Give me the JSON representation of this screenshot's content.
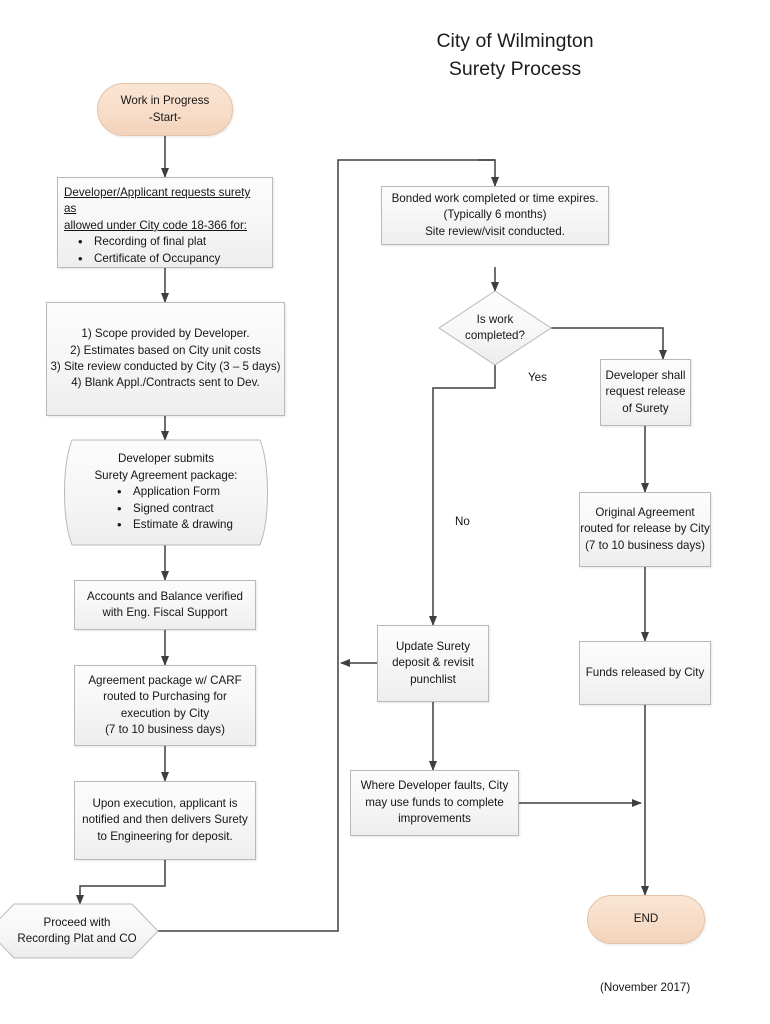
{
  "title": {
    "line1": "City of Wilmington",
    "line2": "Surety Process"
  },
  "footer": {
    "date": "(November 2017)"
  },
  "nodes": {
    "start": {
      "line1": "Work in Progress",
      "line2": "-Start-"
    },
    "request_surety": {
      "head1": "Developer/Applicant requests surety as",
      "head2": "allowed under City code 18-366 for:",
      "bullets": [
        "Recording of final plat",
        "Certificate of Occupancy"
      ]
    },
    "scope_estimates": {
      "l1": "1) Scope provided by Developer.",
      "l2": "2) Estimates based on City unit costs",
      "l3": "3) Site review conducted by City (3 – 5 days)",
      "l4": "4) Blank Appl./Contracts sent to Dev."
    },
    "developer_submits": {
      "l1": "Developer submits",
      "l2": "Surety Agreement package:",
      "bullets": [
        "Application Form",
        "Signed contract",
        "Estimate & drawing"
      ]
    },
    "accounts_verified": {
      "l1": "Accounts and Balance verified",
      "l2": "with Eng. Fiscal Support"
    },
    "agreement_routed": {
      "l1": "Agreement package w/ CARF",
      "l2": "routed to Purchasing for",
      "l3": "execution by City",
      "l4": "(7 to 10 business days)"
    },
    "upon_execution": {
      "l1": "Upon execution, applicant is",
      "l2": "notified and then delivers Surety",
      "l3": "to Engineering for deposit."
    },
    "proceed_recording": {
      "l1": "Proceed with",
      "l2": "Recording Plat and CO"
    },
    "bonded_work": {
      "l1": "Bonded work completed or time expires.",
      "l2": "(Typically 6 months)",
      "l3": "Site review/visit conducted."
    },
    "is_work_completed": {
      "l1": "Is work",
      "l2": "completed?"
    },
    "request_release": {
      "l1": "Developer shall",
      "l2": "request release",
      "l3": "of Surety"
    },
    "original_agreement": {
      "l1": "Original Agreement",
      "l2": "routed for release by City",
      "l3": "(7 to 10 business days)"
    },
    "funds_released": {
      "l1": "Funds released by City"
    },
    "update_surety": {
      "l1": "Update Surety",
      "l2": "deposit & revisit",
      "l3": "punchlist"
    },
    "developer_faults": {
      "l1": "Where Developer faults, City",
      "l2": "may use funds to complete",
      "l3": "improvements"
    },
    "end": {
      "l1": "END"
    }
  },
  "edge_labels": {
    "yes": "Yes",
    "no": "No"
  },
  "colors": {
    "terminator_fill": "#f7dcc7",
    "terminator_border": "#e4c3a8",
    "process_fill": "#f7f7f7",
    "process_border": "#b9b9b9",
    "connector": "#3f3f3f",
    "text": "#161616"
  }
}
